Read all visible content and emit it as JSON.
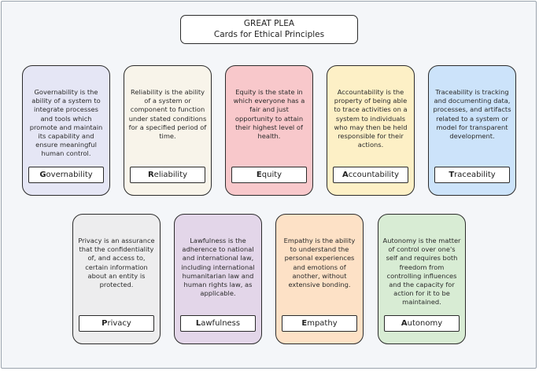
{
  "title": {
    "line1": "GREAT PLEA",
    "line2": "Cards for Ethical Principles"
  },
  "cards": [
    {
      "initial": "G",
      "rest": "overnability",
      "color": "#e5e6f5",
      "description": "Governability is the ability of a system to integrate processes and tools which promote and maintain its capability and ensure meaningful human control."
    },
    {
      "initial": "R",
      "rest": "eliability",
      "color": "#f8f4ea",
      "description": "Reliability is the ability of a system or component to function under stated conditions for a specified period of time."
    },
    {
      "initial": "E",
      "rest": "quity",
      "color": "#f8c8cb",
      "description": "Equity is the state in which everyone has a fair and just opportunity to attain their highest level of health."
    },
    {
      "initial": "A",
      "rest": "ccountability",
      "color": "#fdf0c6",
      "description": "Accountability is the property of being able to trace activities on a system to individuals who may then be held responsible for their actions."
    },
    {
      "initial": "T",
      "rest": "raceability",
      "color": "#cce3fa",
      "description": "Traceability is tracking and documenting data, processes, and artifacts related to a system or model for transparent development."
    },
    {
      "initial": "P",
      "rest": "rivacy",
      "color": "#ededee",
      "description": "Privacy is an assurance that the confidentiality of, and access to, certain information about an entity is protected."
    },
    {
      "initial": "L",
      "rest": "awfulness",
      "color": "#e3d6e9",
      "description": "Lawfulness is the adherence to national and international law, including international humanitarian law and human rights law, as applicable."
    },
    {
      "initial": "E",
      "rest": "mpathy",
      "color": "#fde1c6",
      "description": "Empathy is the ability to understand the personal experiences and emotions of another, without extensive bonding."
    },
    {
      "initial": "A",
      "rest": "utonomy",
      "color": "#d8ecd4",
      "description": "Autonomy is the matter of control over one's self and requires both freedom from controlling influences and the capacity for action for it to be maintained."
    }
  ]
}
